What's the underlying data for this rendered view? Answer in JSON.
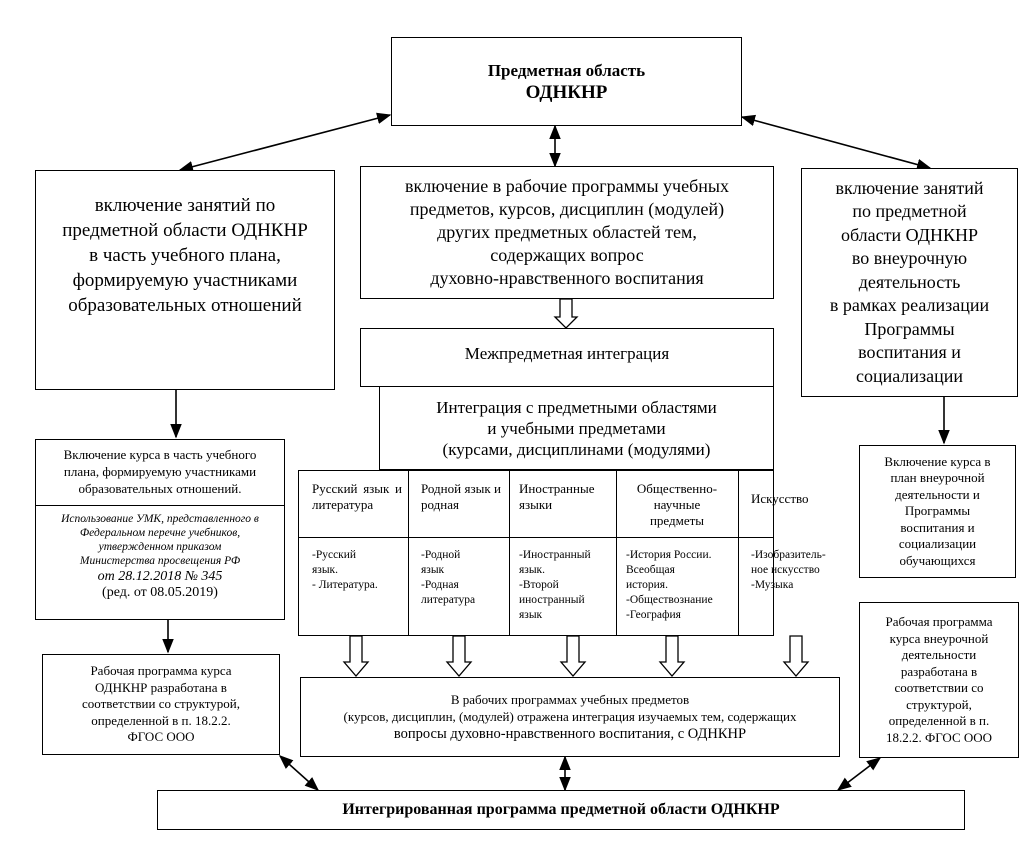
{
  "top": {
    "line1": "Предметная область",
    "line2": "ОДНКНР"
  },
  "left_box": "включение занятий по\nпредметной области ОДНКНР\nв часть учебного плана,\nформируемую участниками\nобразовательных отношений",
  "center_box": "включение в рабочие программы учебных\nпредметов, курсов, дисциплин (модулей)\nдругих предметных областей тем,\nсодержащих вопрос\nдуховно-нравственного воспитания",
  "right_box": "включение занятий\nпо предметной\nобласти ОДНКНР\nво внеурочную\nдеятельность\nв рамках реализации\nПрограммы\nвоспитания и\nсоциализации",
  "meta": "Межпредметная интеграция",
  "integration": "Интеграция с предметными областями\nи учебными предметами\n(курсами, дисциплинами (модулями)",
  "subjects": [
    {
      "title": "Русский язык и литература",
      "items": "-Русский\nязык.\n- Литература."
    },
    {
      "title": "Родной язык и родная",
      "items": "-Родной\nязык\n-Родная\nлитература"
    },
    {
      "title": "Иностранные\nязыки",
      "items": "-Иностранный\nязык.\n-Второй\nиностранный\nязык"
    },
    {
      "title": "Общественно-\nнаучные\nпредметы",
      "items": "-История России.\nВсеобщая\nистория.\n-Обществознание\n-География"
    },
    {
      "title": "Искусство",
      "items": "-Изобразитель-\nное искусство\n-Музыка"
    }
  ],
  "left_course": {
    "text": "Включение курса в часть учебного\nплана, формируемую участниками\nобразовательных отношений.",
    "note": "Использование УМК, представленного в\nФедеральном перечне учебников,\nутвержденном приказом\nМинистерства просвещения РФ",
    "order": "от 28.12.2018 № 345",
    "red": "(ред. от 08.05.2019)"
  },
  "left_program": "Рабочая программа курса\nОДНКНР    разработана в\nсоответствии со структурой,\nопределенной   в п. 18.2.2.\nФГОС ООО",
  "right_course": "Включение курса в\nплан внеурочной\nдеятельности и\nПрограммы\nвоспитания и\nсоциализации\nобучающихся",
  "right_program": "Рабочая программа\nкурса внеурочной\nдеятельности\nразработана в\nсоответствии со\nструктурой,\nопределенной в п.\n18.2.2. ФГОС ООО",
  "center_bottom": {
    "line1": "В рабочих программах учебных предметов",
    "line2": "(курсов, дисциплин, (модулей) отражена интеграция изучаемых тем, содержащих",
    "line3": "вопросы духовно-нравственного воспитания, с ОДНКНР"
  },
  "bottom": "Интегрированная программа предметной области ОДНКНР"
}
